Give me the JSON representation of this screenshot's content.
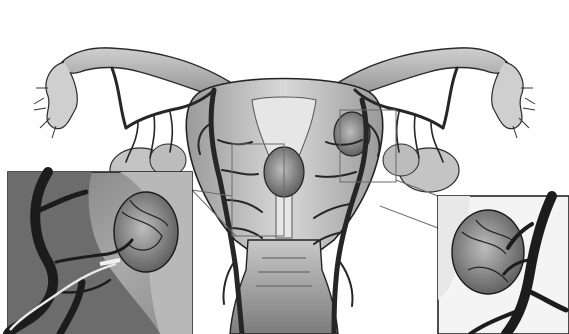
{
  "figure": {
    "kind": "medical-illustration",
    "colors": {
      "background": "#ffffff",
      "tissue_light": "#d9d9d9",
      "tissue_mid": "#a8a8a8",
      "tissue_dark": "#6e6e6e",
      "vessel": "#2b2b2b",
      "outline": "#1a1a1a",
      "inset_bg": "#8a8a8a"
    },
    "insets": [
      "left-inset",
      "right-inset"
    ]
  }
}
